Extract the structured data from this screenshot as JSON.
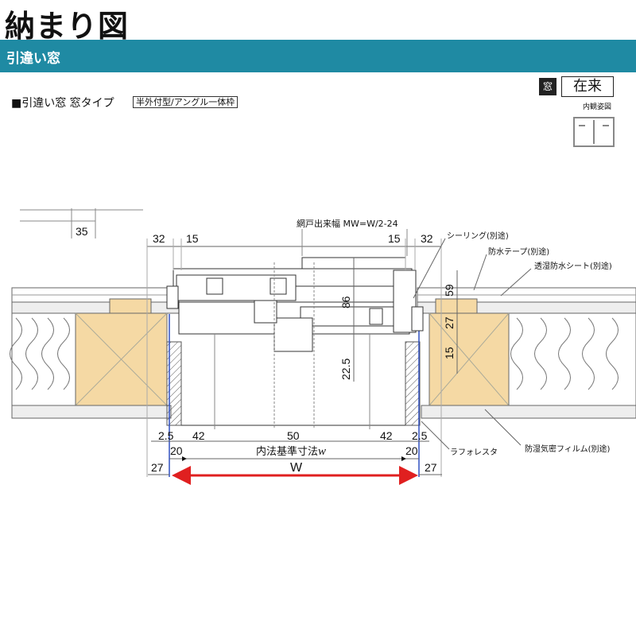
{
  "header": {
    "title": "納まり図",
    "subtitle": "引違い窓"
  },
  "section": {
    "heading": "■引違い窓 窓タイプ",
    "tag": "半外付型/アングル一体枠"
  },
  "badge": {
    "type": "窓",
    "kind": "在来",
    "view_label": "内観姿図"
  },
  "dimensions": {
    "d35": "35",
    "left32": "32",
    "left15": "15",
    "screen": "網戸出来幅 MW=W/2-24",
    "right15": "15",
    "right32": "32",
    "d59": "59",
    "d86": "86",
    "d27v": "27",
    "d15v": "15",
    "d225": "22.5",
    "bl25": "2.5",
    "bl42": "42",
    "bc50": "50",
    "br42": "42",
    "br25": "2.5",
    "l20": "20",
    "r20": "20",
    "inner": "内法基準寸法",
    "inner_w": "w",
    "W": "W",
    "l27": "27",
    "r27": "27"
  },
  "labels": {
    "sealing": "シーリング(別途)",
    "tape": "防水テープ(別途)",
    "sheet": "透湿防水シート(別途)",
    "lath": "ラフォレスタ",
    "film": "防湿気密フィルム(別途)"
  },
  "colors": {
    "teal": "#1f8aa3",
    "wood": "#f5d9a4",
    "arrow": "#e02020",
    "blue": "#3050c0"
  }
}
